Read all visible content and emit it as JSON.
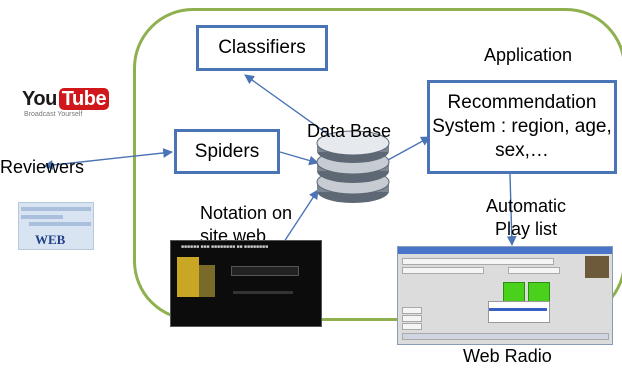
{
  "nodes": {
    "classifiers": "Classifiers",
    "spiders": "Spiders",
    "recommendation": "Recommendation System : region, age, sex,…"
  },
  "labels": {
    "application": "Application",
    "database": "Data Base",
    "reviewers": "Reviewers",
    "notation": "Notation on\nsite web",
    "playlist": "Automatic\nPlay list",
    "web_radio": "Web Radio"
  },
  "logos": {
    "youtube_you": "You",
    "youtube_tube": "Tube",
    "youtube_tagline": "Broadcast Yourself",
    "web_thumbnail_word": "WEB"
  },
  "colors": {
    "container_border": "#8fb04e",
    "box_border": "#4a74b5",
    "arrow": "#4a74b5"
  }
}
